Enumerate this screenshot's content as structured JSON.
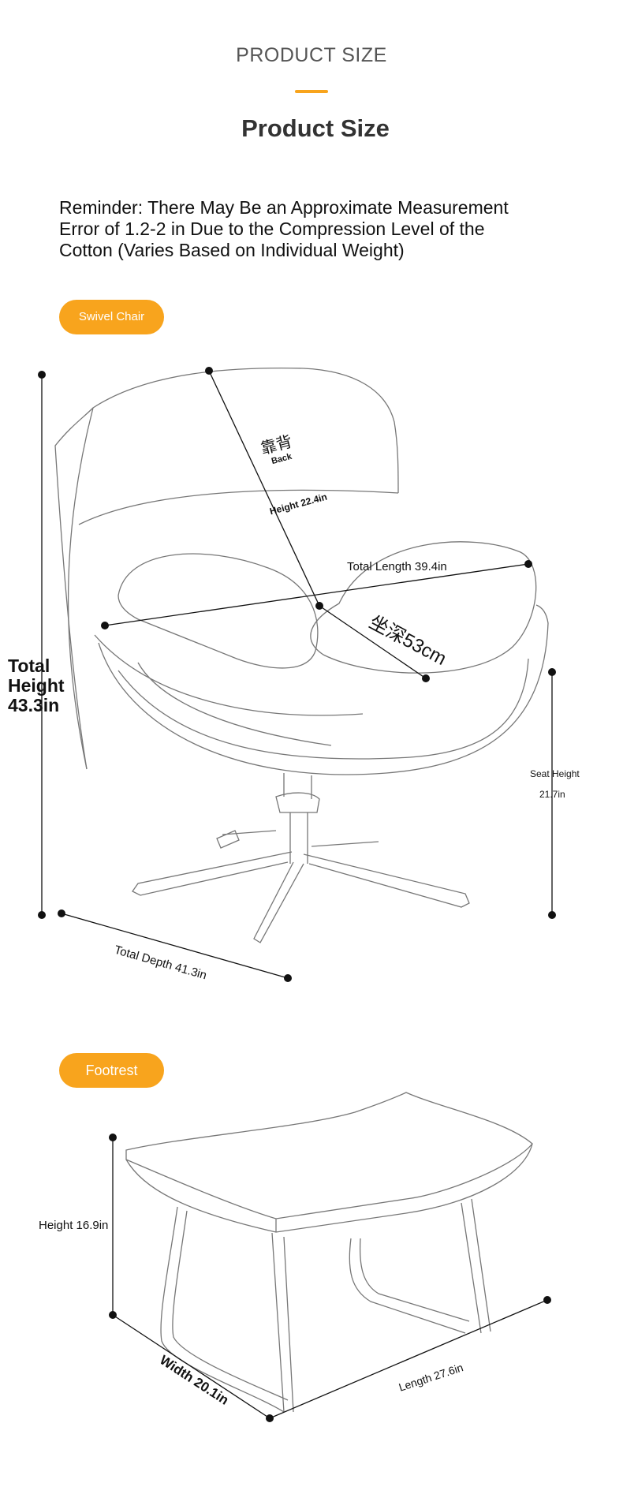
{
  "header": {
    "overline": "PRODUCT SIZE",
    "title": "Product Size"
  },
  "reminder": {
    "line1": "Reminder: There May Be an Approximate Measurement",
    "line2": "Error of 1.2-2 in Due to the Compression Level of the",
    "line3": "Cotton (Varies Based on Individual Weight)"
  },
  "chair": {
    "tag": "Swivel Chair",
    "total_height_line1": "Total",
    "total_height_line2": "Height",
    "total_height_line3": "43.3in",
    "back_cn": "靠背",
    "back_en": "Back",
    "back_height": "Height 22.4in",
    "total_length": "Total Length 39.4in",
    "seat_depth_cn": "坐深53cm",
    "seat_height_label": "Seat Height",
    "seat_height_value": "21.7in",
    "total_depth": "Total Depth 41.3in"
  },
  "footrest": {
    "tag": "Footrest",
    "height": "Height 16.9in",
    "width": "Width 20.1in",
    "length": "Length 27.6in"
  },
  "colors": {
    "accent": "#F8A41D",
    "text": "#111111",
    "muted": "#555555",
    "line": "#777777"
  }
}
